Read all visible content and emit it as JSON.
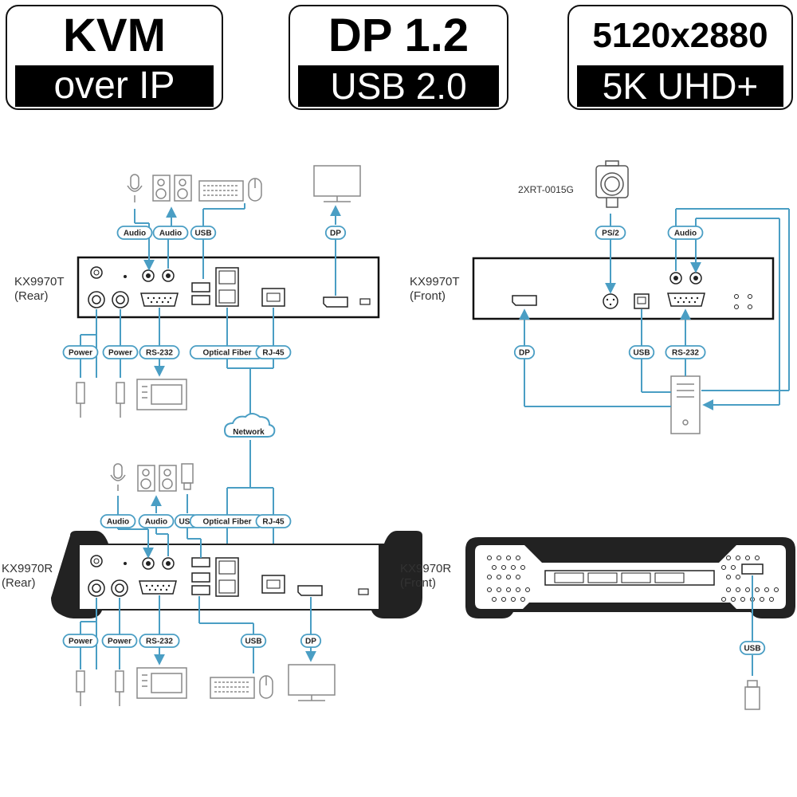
{
  "badges": [
    {
      "top": "KVM",
      "bottom": "over IP"
    },
    {
      "top": "DP 1.2",
      "bottom": "USB 2.0"
    },
    {
      "top": "5120x2880",
      "bottom": "5K UHD+"
    }
  ],
  "colors": {
    "line": "#4a9ec4",
    "device": "#111111",
    "badge_bg": "#000000",
    "badge_text": "#ffffff"
  },
  "devices": {
    "tx_rear": "KX9970T\n(Rear)",
    "tx_front": "KX9970T\n(Front)",
    "rx_rear": "KX9970R\n(Rear)",
    "rx_front": "KX9970R\n(Front)"
  },
  "model_label": "2XRT-0015G",
  "labels": {
    "audio": "Audio",
    "usb": "USB",
    "dp": "DP",
    "power": "Power",
    "rs232": "RS-232",
    "optical_fiber": "Optical Fiber",
    "rj45": "RJ-45",
    "network": "Network",
    "ps2": "PS/2"
  }
}
